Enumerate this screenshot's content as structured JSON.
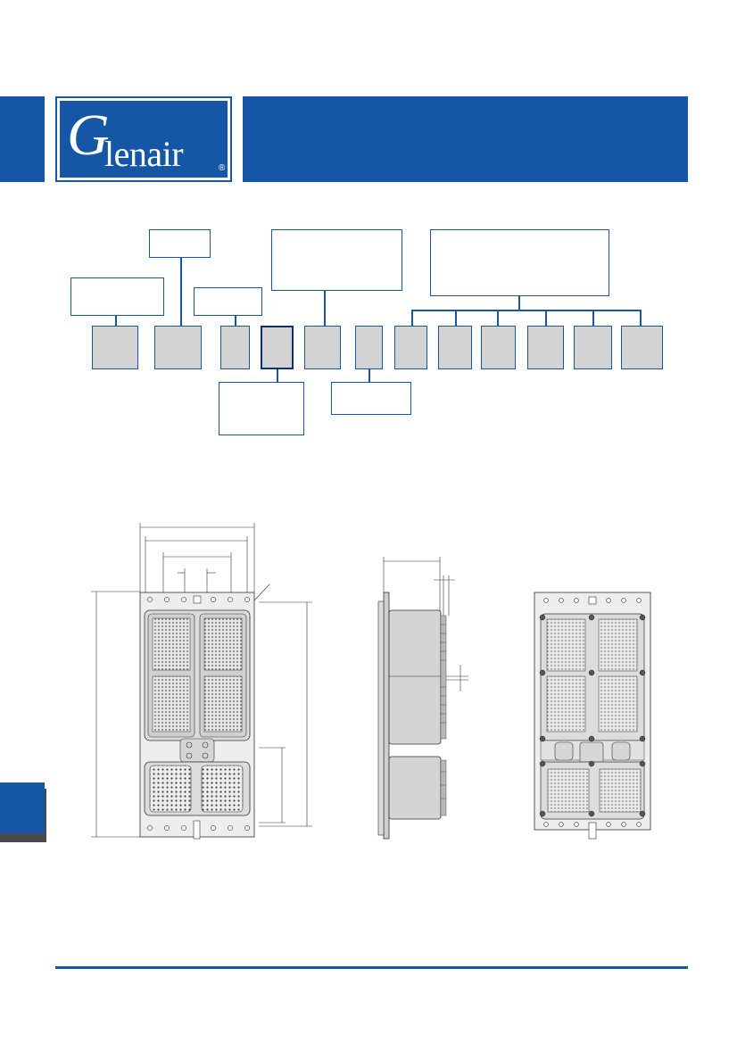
{
  "brand": {
    "logo_initial": "G",
    "logo_rest": "lenair",
    "registered_mark": "®",
    "color": "#1557a6"
  },
  "ordering_diagram": {
    "label_boxes": [
      "",
      "",
      "",
      "",
      "",
      "",
      ""
    ],
    "code_cells": [
      "",
      "",
      "",
      "",
      "",
      "",
      "",
      "",
      "",
      "",
      "",
      "",
      ""
    ]
  },
  "drawings": {
    "front_view": "connector-front-view",
    "side_view": "connector-side-view",
    "rear_view": "connector-rear-view"
  }
}
